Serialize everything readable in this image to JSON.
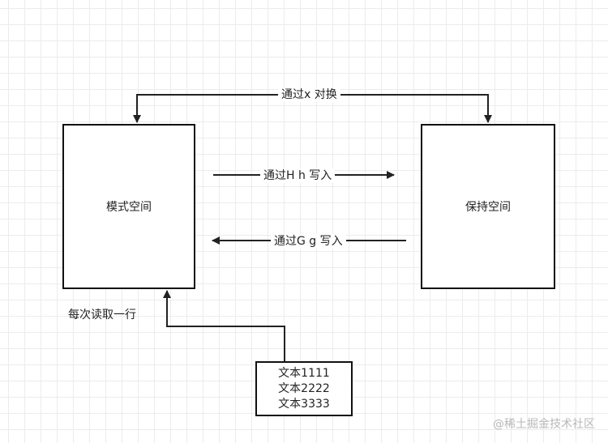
{
  "diagram": {
    "boxes": {
      "pattern_space": "模式空间",
      "hold_space": "保持空间",
      "text_lines": [
        "文本1111",
        "文本2222",
        "文本3333"
      ]
    },
    "edges": {
      "swap_label": "通过x 对换",
      "write_h_label": "通过H h 写入",
      "write_g_label": "通过G g 写入",
      "read_label": "每次读取一行"
    }
  },
  "watermark": "@稀土掘金技术社区",
  "colors": {
    "line": "#222222",
    "grid": "#e6e6e6",
    "background": "#ffffff"
  }
}
